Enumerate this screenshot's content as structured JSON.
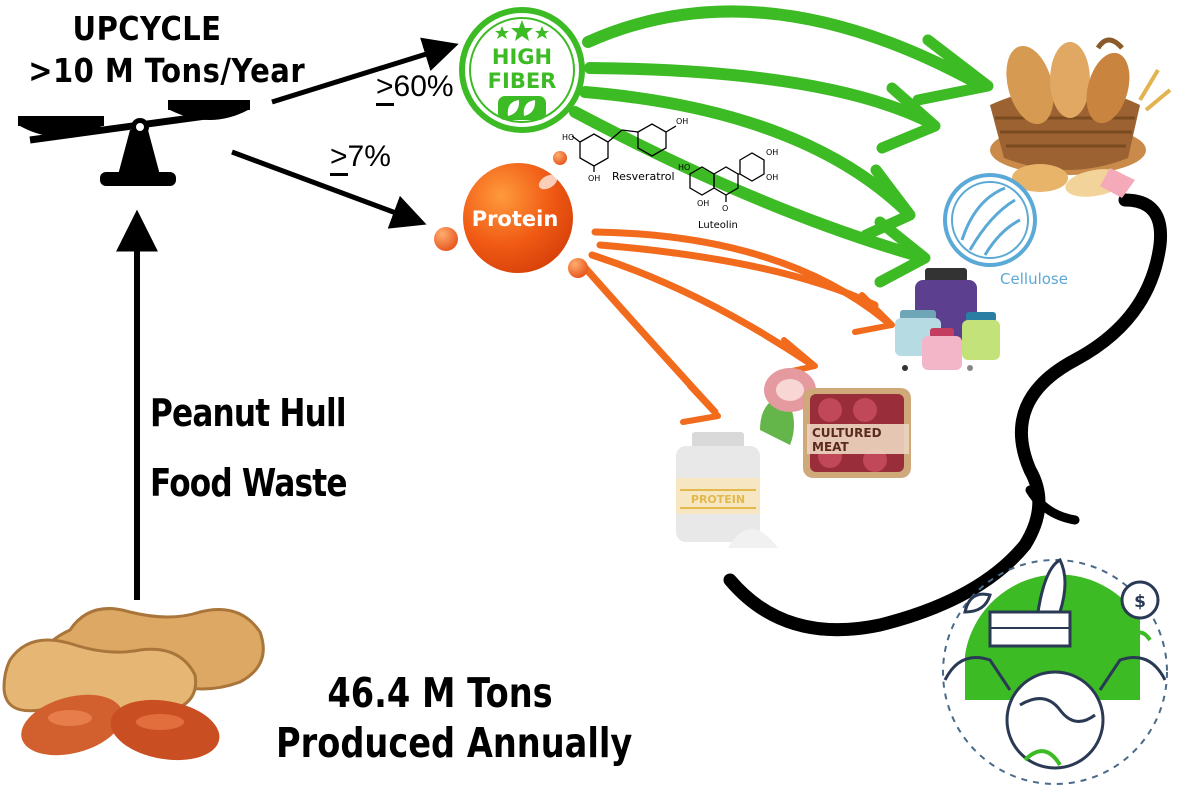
{
  "upcycle": {
    "line1": "UPCYCLE",
    "line2": ">10 M Tons/Year"
  },
  "flows": {
    "fiber_share": {
      "sym": ">",
      "num": "60%"
    },
    "protein_share": {
      "sym": ">",
      "num": "7%"
    }
  },
  "nodes": {
    "fiber_l1": "HIGH",
    "fiber_l2": "FIBER",
    "protein": "Protein",
    "resveratrol": "Resveratrol",
    "luteolin": "Luteolin",
    "cellulose": "Cellulose",
    "protein_powder": "PROTEIN",
    "cultured_l1": "CULTURED",
    "cultured_l2": "MEAT"
  },
  "source": {
    "line1": "Peanut Hull",
    "line2": "Food Waste"
  },
  "production": {
    "line1": "46.4 M Tons",
    "line2": "Produced Annually"
  },
  "colors": {
    "green": "#3dbb25",
    "orange": "#f26a1b",
    "black": "#000000",
    "cellulose": "#5aa9d6"
  }
}
